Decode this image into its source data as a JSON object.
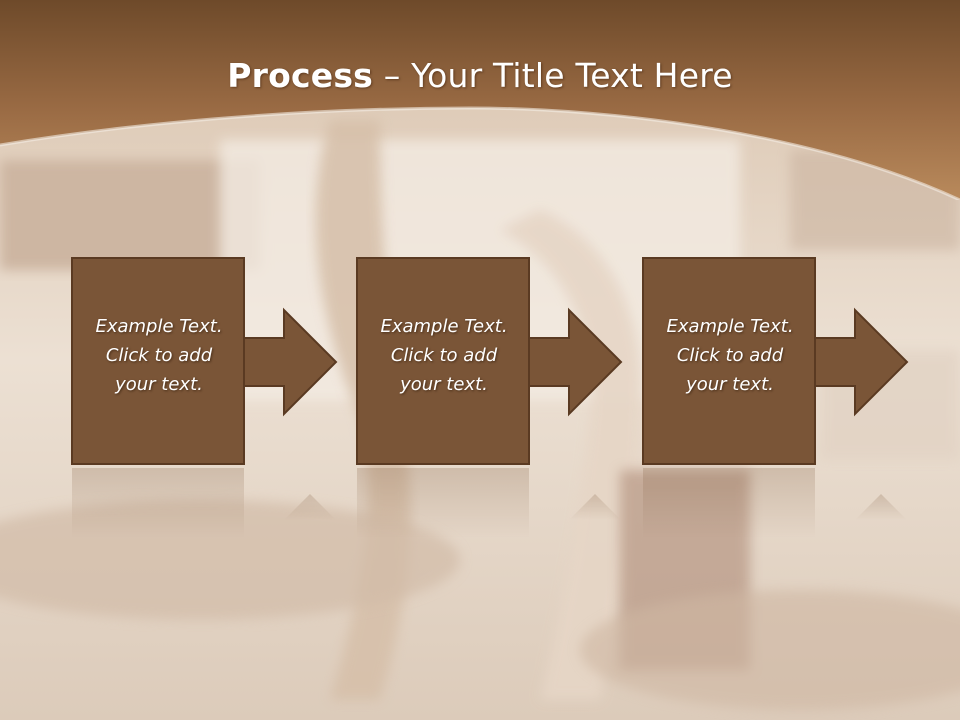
{
  "slide": {
    "title_bold": "Process",
    "title_rest": " – Your Title Text Here"
  },
  "steps": [
    {
      "line1": "Example Text.",
      "line2": "Click  to add",
      "line3": "your text."
    },
    {
      "line1": "Example Text.",
      "line2": "Click  to add",
      "line3": "your text."
    },
    {
      "line1": "Example Text.",
      "line2": "Click  to add",
      "line3": "your text."
    }
  ],
  "colors": {
    "accent_brown": "#7a5537",
    "box_border": "#5a3a22",
    "header_dark": "#6e4a2a",
    "header_light": "#b98a5c"
  },
  "icons": {
    "arrow": "right-arrow-icon"
  }
}
